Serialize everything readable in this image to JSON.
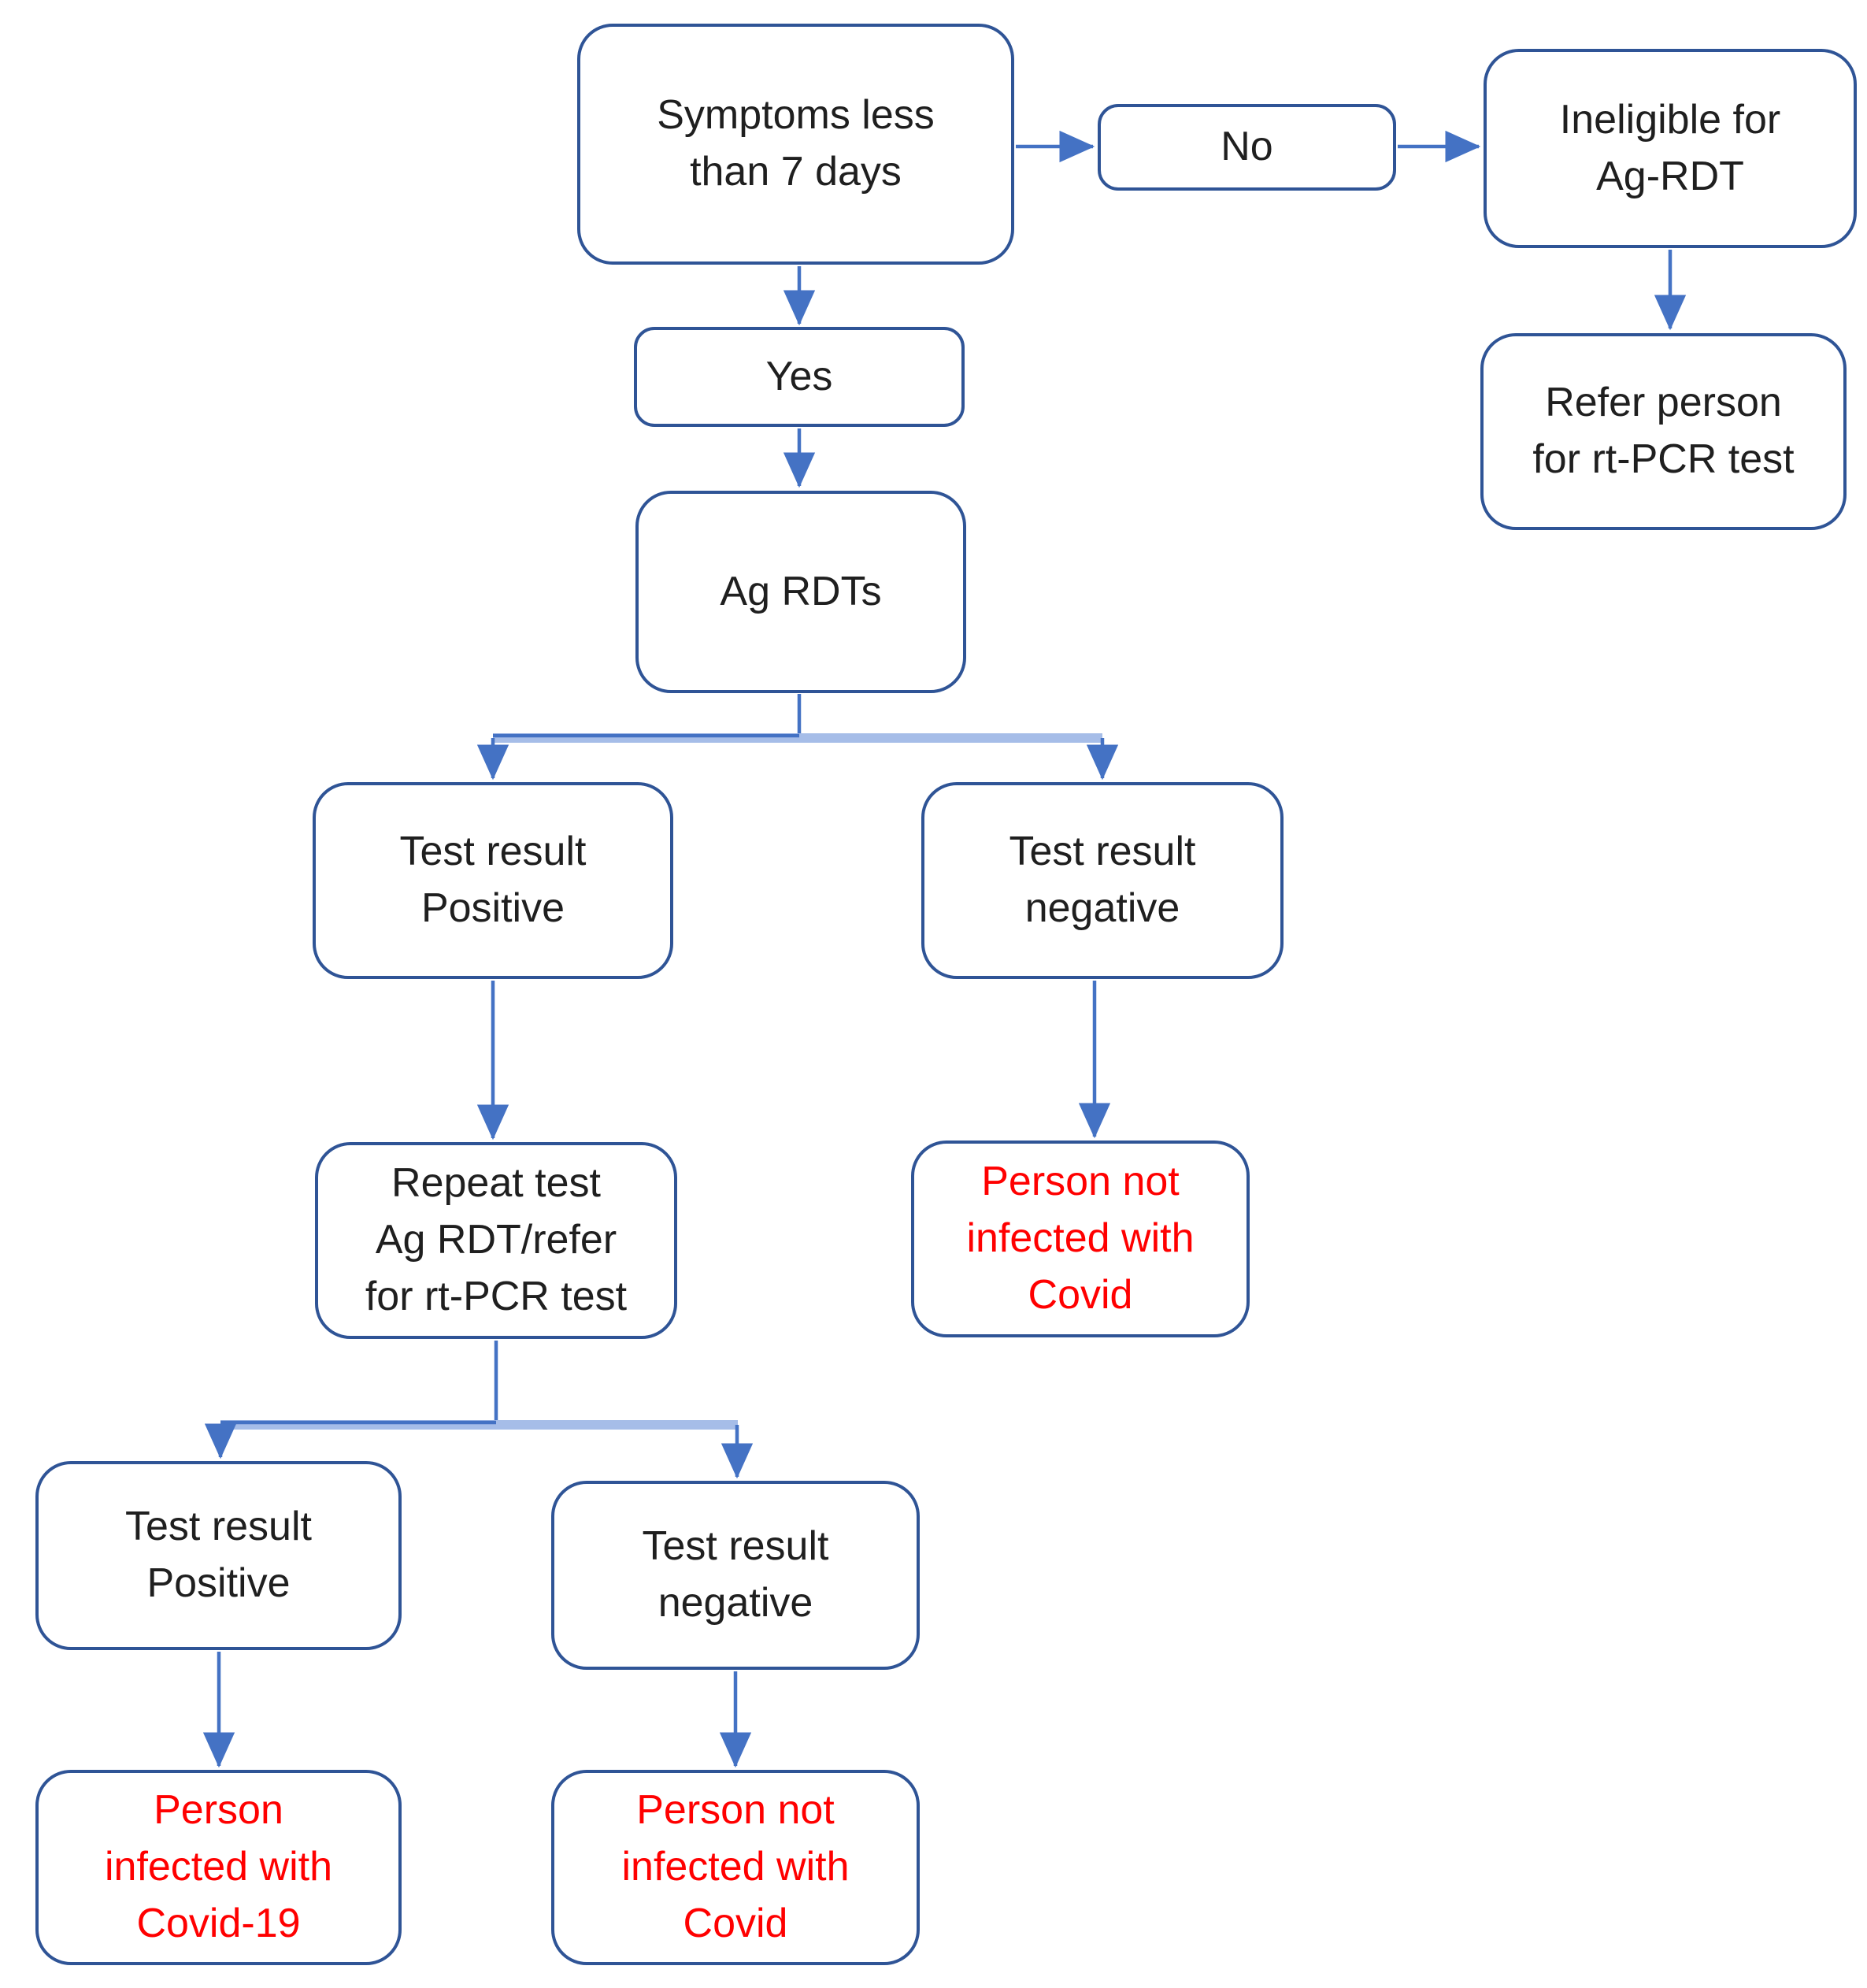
{
  "diagram": {
    "description": "Covid-19 Ag-RDT testing decision flowchart",
    "colors": {
      "box_border": "#2F5496",
      "connector_arrow": "#4472C4",
      "branch_connector": "#A6BDE8",
      "node_text": "#1f1f1f",
      "outcome_text": "#FF0000",
      "background": "#ffffff"
    },
    "nodes": {
      "symptoms": {
        "lines": [
          "Symptoms less",
          "than 7 days"
        ],
        "text_color": "black"
      },
      "no": {
        "lines": [
          "No"
        ],
        "text_color": "black"
      },
      "ineligible": {
        "lines": [
          "Ineligible for",
          "Ag-RDT"
        ],
        "text_color": "black"
      },
      "refer": {
        "lines": [
          "Refer person",
          "for rt-PCR test"
        ],
        "text_color": "black"
      },
      "yes": {
        "lines": [
          "Yes"
        ],
        "text_color": "black"
      },
      "agrdts": {
        "lines": [
          "Ag RDTs"
        ],
        "text_color": "black"
      },
      "pos1": {
        "lines": [
          "Test result",
          "Positive"
        ],
        "text_color": "black"
      },
      "neg1": {
        "lines": [
          "Test result",
          "negative"
        ],
        "text_color": "black"
      },
      "repeat": {
        "lines": [
          "Repeat test",
          "Ag RDT/refer",
          "for rt-PCR test"
        ],
        "text_color": "black"
      },
      "notinfected1": {
        "lines": [
          "Person not",
          "infected with",
          "Covid"
        ],
        "text_color": "red"
      },
      "pos2": {
        "lines": [
          "Test result",
          "Positive"
        ],
        "text_color": "black"
      },
      "neg2": {
        "lines": [
          "Test result",
          "negative"
        ],
        "text_color": "black"
      },
      "infected": {
        "lines": [
          "Person",
          "infected with",
          "Covid-19"
        ],
        "text_color": "red"
      },
      "notinfected2": {
        "lines": [
          "Person not",
          "infected with",
          "Covid"
        ],
        "text_color": "red"
      }
    },
    "edges": [
      {
        "from": "symptoms",
        "to": "no"
      },
      {
        "from": "no",
        "to": "ineligible"
      },
      {
        "from": "ineligible",
        "to": "refer"
      },
      {
        "from": "symptoms",
        "to": "yes"
      },
      {
        "from": "yes",
        "to": "agrdts"
      },
      {
        "from": "agrdts",
        "to": "pos1"
      },
      {
        "from": "agrdts",
        "to": "neg1"
      },
      {
        "from": "pos1",
        "to": "repeat"
      },
      {
        "from": "neg1",
        "to": "notinfected1"
      },
      {
        "from": "repeat",
        "to": "pos2"
      },
      {
        "from": "repeat",
        "to": "neg2"
      },
      {
        "from": "pos2",
        "to": "infected"
      },
      {
        "from": "neg2",
        "to": "notinfected2"
      }
    ]
  }
}
